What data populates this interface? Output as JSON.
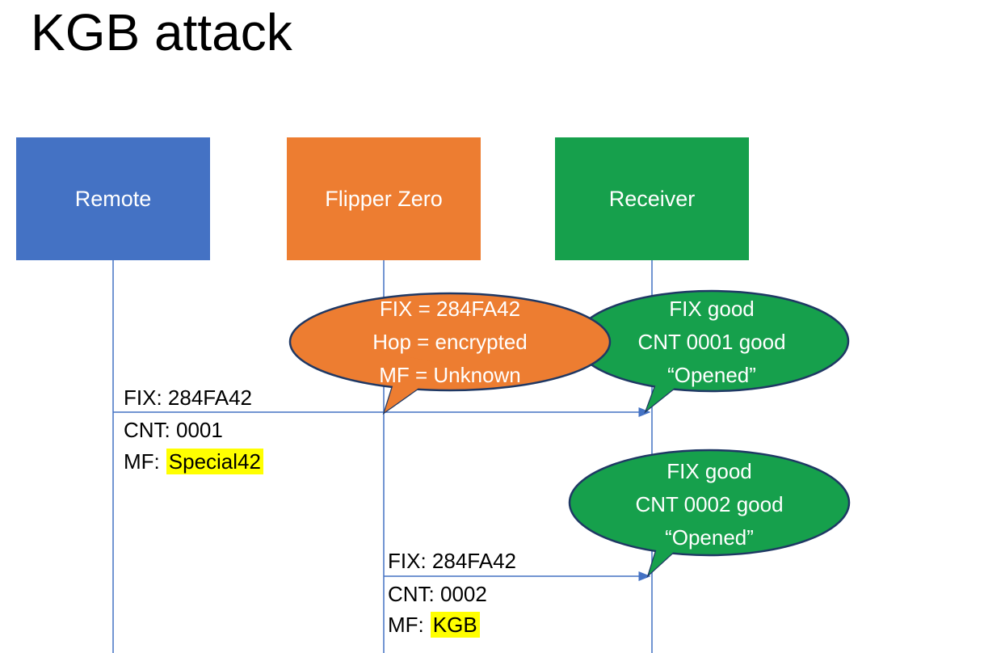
{
  "title": "KGB attack",
  "actors": [
    {
      "label": "Remote",
      "color": "#4472C4"
    },
    {
      "label": "Flipper Zero",
      "color": "#ED7D31"
    },
    {
      "label": "Receiver",
      "color": "#16A04C"
    }
  ],
  "callouts": [
    {
      "color": "#ED7D31",
      "lines": [
        "FIX = 284FA42",
        "Hop = encrypted",
        "MF = Unknown"
      ]
    },
    {
      "color": "#16A04C",
      "lines": [
        "FIX good",
        "CNT 0001 good",
        "“Opened”"
      ]
    },
    {
      "color": "#16A04C",
      "lines": [
        "FIX good",
        "CNT 0002 good",
        "“Opened”"
      ]
    }
  ],
  "messages": [
    {
      "fix": "FIX: 284FA42",
      "cnt": "CNT: 0001",
      "mf_label": "MF:",
      "mf_value": "Special42"
    },
    {
      "fix": "FIX: 284FA42",
      "cnt": "CNT: 0002",
      "mf_label": "MF:",
      "mf_value": "KGB"
    }
  ],
  "style": {
    "line_color": "#4472C4",
    "callout_outline": "#1F3864",
    "highlight": "#FFFF00",
    "title_color": "#000000"
  }
}
